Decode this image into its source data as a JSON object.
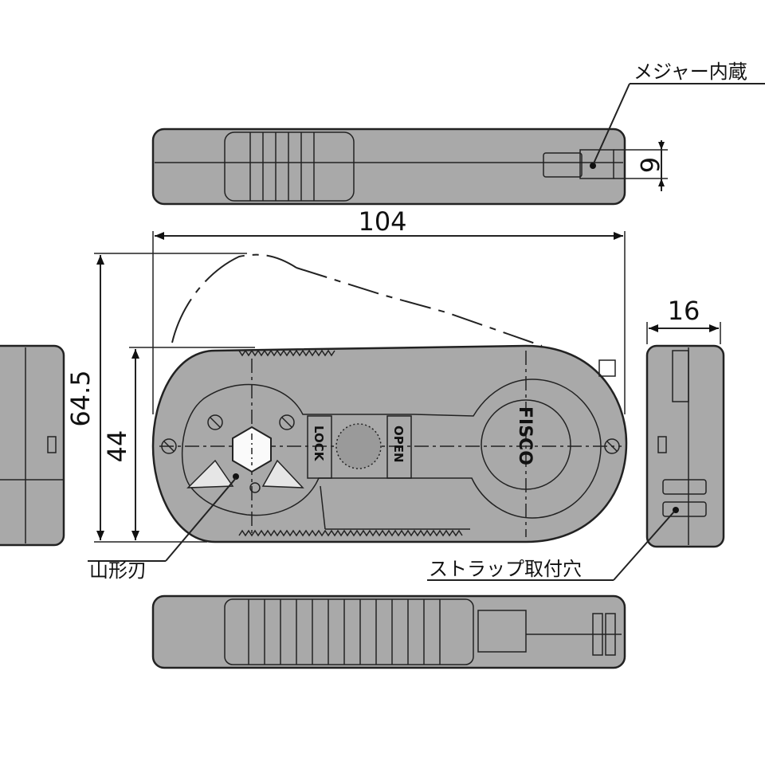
{
  "dimensions": {
    "length": "104",
    "height": "64.5",
    "body_height": "44",
    "width": "16",
    "tape_outlet": "6"
  },
  "callouts": {
    "tape_measure": "メジャー内蔵",
    "blade": "山形刃",
    "strap_hole": "ストラップ取付穴"
  },
  "markings": {
    "lock": "LOCK",
    "open": "OPEN",
    "brand": "FISCO"
  },
  "colors": {
    "body": "#a9a9a9",
    "line": "#222222",
    "background": "#ffffff"
  }
}
